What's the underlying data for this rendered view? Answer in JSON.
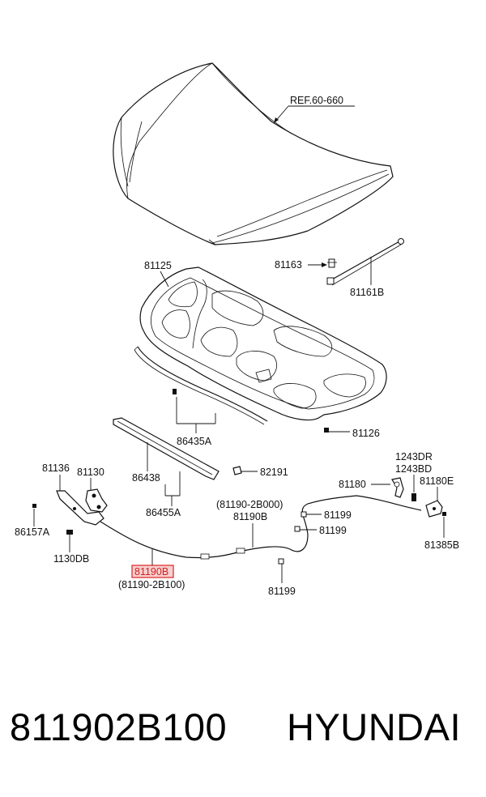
{
  "diagram": {
    "labels": {
      "ref": "REF.60-660",
      "p81125": "81125",
      "p81163": "81163",
      "p81161B": "81161B",
      "p81126": "81126",
      "p86435A": "86435A",
      "p86438": "86438",
      "p86455A": "86455A",
      "p82191": "82191",
      "p81136": "81136",
      "p81130": "81130",
      "p86157A": "86157A",
      "p1130DB": "1130DB",
      "p81190_2B000": "(81190-2B000)",
      "p81190B_top": "81190B",
      "p81190B_box": "81190B",
      "p81190_2B100": "(81190-2B100)",
      "p81199_a": "81199",
      "p81199_b": "81199",
      "p81199_c": "81199",
      "p81180": "81180",
      "p1243DR": "1243DR",
      "p1243BD": "1243BD",
      "p81180E": "81180E",
      "p81385B": "81385B"
    },
    "highlight_color": "#e03030",
    "highlight_fill": "#f6d0d0"
  },
  "caption": {
    "part_number": "811902B100",
    "brand": "HYUNDAI"
  }
}
